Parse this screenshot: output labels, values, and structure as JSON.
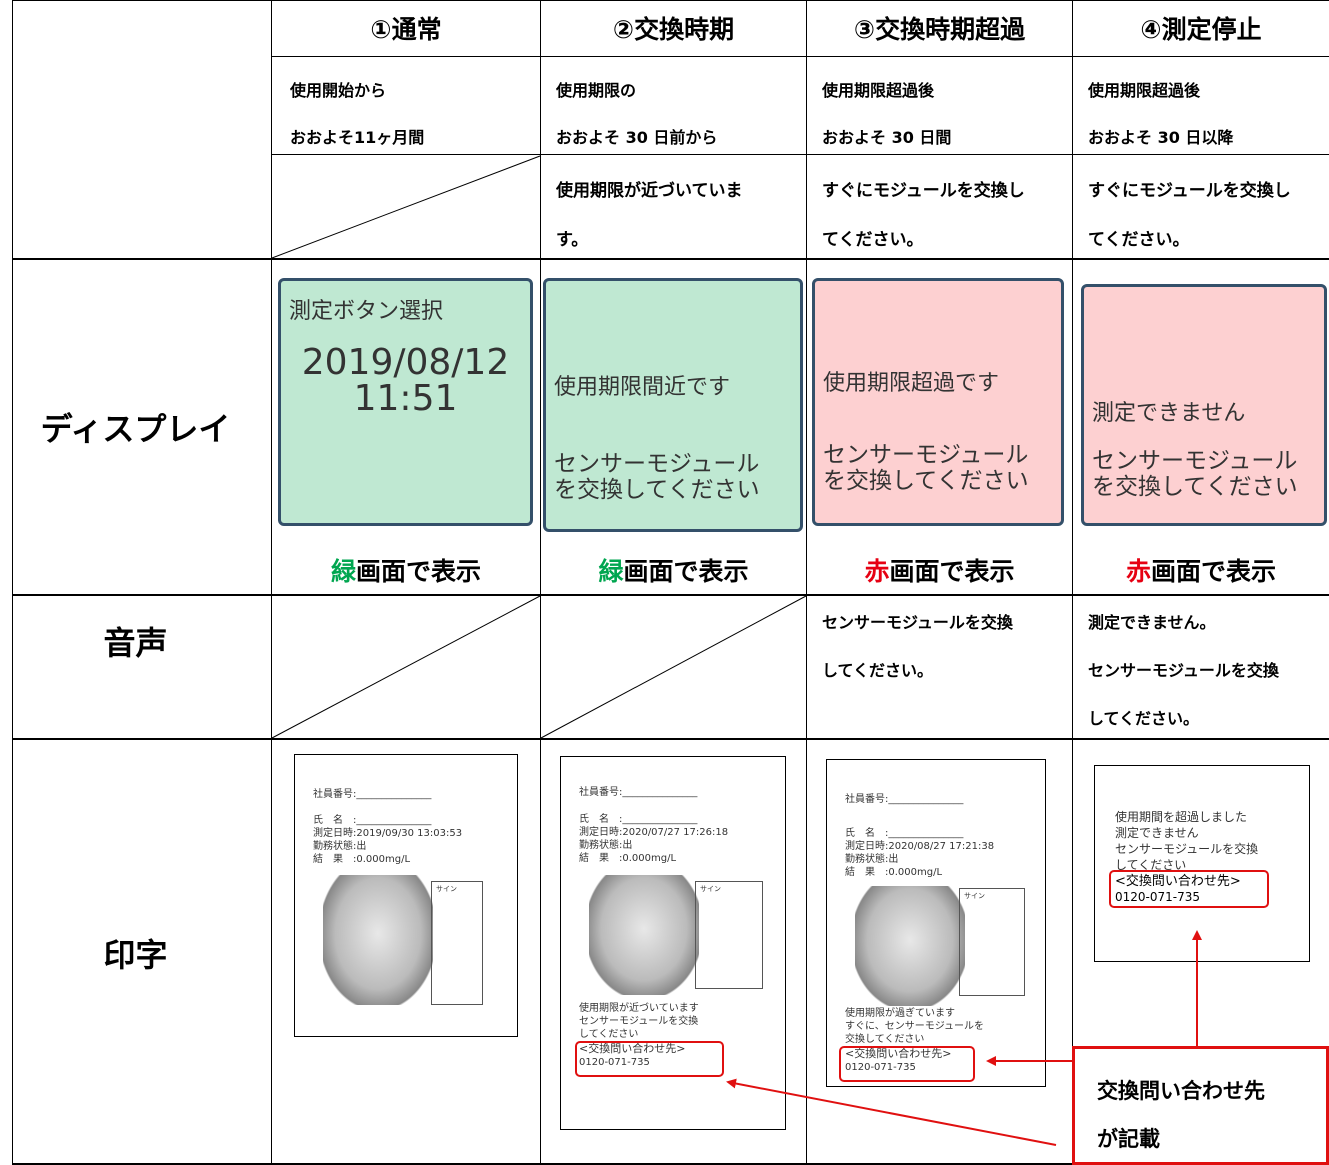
{
  "headers": [
    "①通常",
    "②交換時期",
    "③交換時期超過",
    "④測定停止"
  ],
  "period": [
    [
      "使用開始から",
      "おおよそ11ヶ月間"
    ],
    [
      "使用期限の",
      "おおよそ 30 日前から"
    ],
    [
      "使用期限超過後",
      "おおよそ 30 日間"
    ],
    [
      "使用期限超過後",
      "おおよそ 30 日以降"
    ]
  ],
  "message": [
    [],
    [
      "使用期限が近づいていま",
      "す。"
    ],
    [
      "すぐにモジュールを交換し",
      "てください。"
    ],
    [
      "すぐにモジュールを交換し",
      "てください。"
    ]
  ],
  "row_labels": {
    "display": "ディスプレイ",
    "voice": "音声",
    "print": "印字"
  },
  "screens": {
    "s1": {
      "title": "測定ボタン選択",
      "date": "2019/08/12",
      "time": "11:51"
    },
    "s2": {
      "l1": "使用期限間近です",
      "l2": "センサーモジュール",
      "l3": "を交換してください"
    },
    "s3": {
      "l1": "使用期限超過です",
      "l2": "センサーモジュール",
      "l3": "を交換してください"
    },
    "s4": {
      "l1": "測定できません",
      "l2": "センサーモジュール",
      "l3": "を交換してください"
    }
  },
  "captions": [
    {
      "color_word": "緑",
      "rest": "画面で表示"
    },
    {
      "color_word": "緑",
      "rest": "画面で表示"
    },
    {
      "color_word": "赤",
      "rest": "画面で表示"
    },
    {
      "color_word": "赤",
      "rest": "画面で表示"
    }
  ],
  "voice": {
    "c3": [
      "センサーモジュールを交換",
      "してください。"
    ],
    "c4": [
      "測定できません。",
      "センサーモジュールを交換",
      "してください。"
    ]
  },
  "slip1": {
    "employee_no": "社員番号:_______________",
    "name": "氏　名　:_______________",
    "datetime": "測定日時:2019/09/30 13:03:53",
    "status": "勤務状態:出",
    "result": "結　果　:0.000mg/L",
    "sign": "サイン"
  },
  "slip2": {
    "employee_no": "社員番号:_______________",
    "name": "氏　名　:_______________",
    "datetime": "測定日時:2020/07/27 17:26:18",
    "status": "勤務状態:出",
    "result": "結　果　:0.000mg/L",
    "sign": "サイン",
    "msg1": "使用期限が近づいています",
    "msg2": "センサーモジュールを交換",
    "msg3": "してください",
    "contact": "<交換問い合わせ先>",
    "phone": "0120-071-735"
  },
  "slip3": {
    "employee_no": "社員番号:_______________",
    "name": "氏　名　:_______________",
    "datetime": "測定日時:2020/08/27 17:21:38",
    "status": "勤務状態:出",
    "result": "結　果　:0.000mg/L",
    "sign": "サイン",
    "msg1": "使用期限が過ぎています",
    "msg2": "すぐに、センサーモジュールを",
    "msg3": "交換してください",
    "contact": "<交換問い合わせ先>",
    "phone": "0120-071-735"
  },
  "slip4": {
    "msg1": "使用期間を超過しました",
    "msg2": "測定できません",
    "msg3": "センサーモジュールを交換",
    "msg4": "してください",
    "contact": "<交換問い合わせ先>",
    "phone": "0120-071-735"
  },
  "callout": {
    "line1": "交換問い合わせ先",
    "line2": "が記載"
  },
  "colors": {
    "green_word": "#00a650",
    "red_word": "#e60012",
    "red_line": "#e01010"
  }
}
